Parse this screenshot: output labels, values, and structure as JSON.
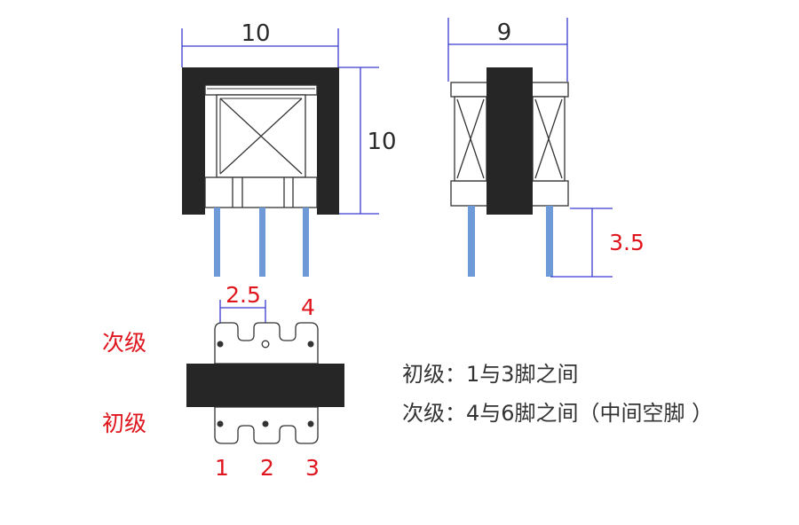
{
  "colors": {
    "core": "#262626",
    "outline": "#333333",
    "dimension_line": "#3a3ad0",
    "pin": "#6e9ad8",
    "label_red": "#e0161e",
    "dimension_text": "#2a2a2a",
    "note_text": "#333333"
  },
  "front_view": {
    "width_label": "10",
    "height_label": "10"
  },
  "side_view": {
    "width_label": "9",
    "pin_length_label": "3.5"
  },
  "bottom_view": {
    "pitch_label": "2.5",
    "secondary_label": "次级",
    "primary_label": "初级",
    "pin_numbers": {
      "pin1": "1",
      "pin2": "2",
      "pin3": "3",
      "pin4": "4"
    }
  },
  "notes": {
    "primary": "初级：1与3脚之间",
    "secondary": "次级：4与6脚之间（中间空脚 ）"
  }
}
